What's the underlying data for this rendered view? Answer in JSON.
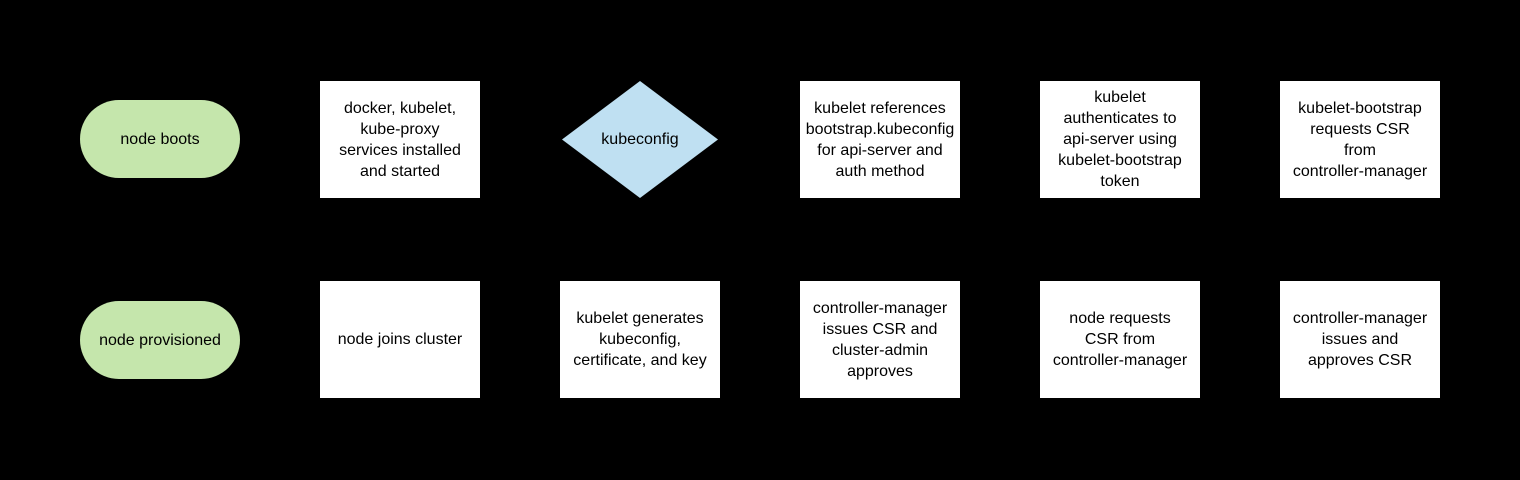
{
  "colors": {
    "background": "#000000",
    "terminal_fill": "#c5e6ac",
    "decision_fill": "#bfe0f2",
    "process_fill": "#ffffff",
    "text": "#000000"
  },
  "rows": [
    {
      "nodes": [
        {
          "type": "terminal",
          "lines": [
            "node boots"
          ]
        },
        {
          "type": "process",
          "lines": [
            "docker, kubelet,",
            "kube-proxy",
            "services installed",
            "and started"
          ]
        },
        {
          "type": "decision",
          "lines": [
            "kubeconfig"
          ]
        },
        {
          "type": "process",
          "lines": [
            "kubelet references",
            "bootstrap.kubeconfig",
            "for api-server and",
            "auth method"
          ]
        },
        {
          "type": "process",
          "lines": [
            "kubelet",
            "authenticates to",
            "api-server using",
            "kubelet-bootstrap",
            "token"
          ]
        },
        {
          "type": "process",
          "lines": [
            "kubelet-bootstrap",
            "requests CSR",
            "from",
            "controller-manager"
          ]
        }
      ]
    },
    {
      "nodes": [
        {
          "type": "terminal",
          "lines": [
            "node provisioned"
          ]
        },
        {
          "type": "process",
          "lines": [
            "node joins cluster"
          ]
        },
        {
          "type": "process",
          "lines": [
            "kubelet generates",
            "kubeconfig,",
            "certificate, and key"
          ]
        },
        {
          "type": "process",
          "lines": [
            "controller-manager",
            "issues CSR and",
            "cluster-admin",
            "approves"
          ]
        },
        {
          "type": "process",
          "lines": [
            "node requests",
            "CSR from",
            "controller-manager"
          ]
        },
        {
          "type": "process",
          "lines": [
            "controller-manager",
            "issues and",
            "approves CSR"
          ]
        }
      ]
    }
  ]
}
